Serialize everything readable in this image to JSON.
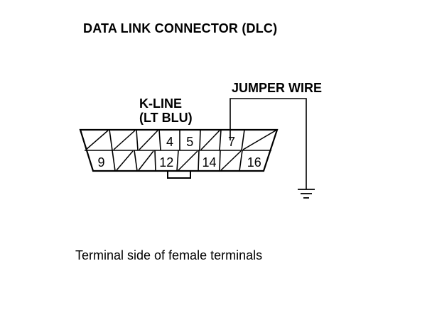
{
  "title": "DATA LINK CONNECTOR (DLC)",
  "labels": {
    "kline": "K-LINE",
    "kline_color": "(LT BLU)",
    "jumper": "JUMPER WIRE"
  },
  "caption": "Terminal side of female terminals",
  "connector": {
    "top_row": [
      {
        "pin": "",
        "blank": true
      },
      {
        "pin": "",
        "blank": true
      },
      {
        "pin": "",
        "blank": true
      },
      {
        "pin": "4",
        "blank": false
      },
      {
        "pin": "5",
        "blank": false
      },
      {
        "pin": "",
        "blank": true
      },
      {
        "pin": "7",
        "blank": false
      },
      {
        "pin": "",
        "blank": true
      }
    ],
    "bottom_row": [
      {
        "pin": "9",
        "blank": false
      },
      {
        "pin": "",
        "blank": true
      },
      {
        "pin": "",
        "blank": true
      },
      {
        "pin": "12",
        "blank": false
      },
      {
        "pin": "",
        "blank": true
      },
      {
        "pin": "14",
        "blank": false
      },
      {
        "pin": "",
        "blank": true
      },
      {
        "pin": "16",
        "blank": false
      }
    ]
  }
}
